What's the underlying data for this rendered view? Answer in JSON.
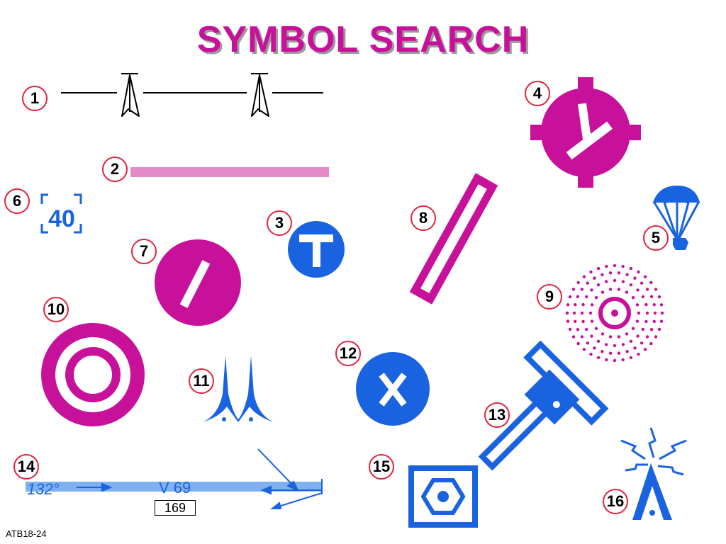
{
  "title": "SYMBOL SEARCH",
  "footer": "ATB18-24",
  "labels": [
    "1",
    "2",
    "3",
    "4",
    "5",
    "6",
    "7",
    "8",
    "9",
    "10",
    "11",
    "12",
    "13",
    "14",
    "15",
    "16"
  ],
  "symbol_6_text": "40",
  "symbol_14": {
    "course": "132°",
    "airway": "V  69",
    "mileage": "169"
  },
  "colors": {
    "magenta": "#c8119a",
    "blue": "#1a63e0",
    "pink": "#e58ac8",
    "light_blue": "#7fb0f0",
    "number_ring": "#e0243c"
  }
}
